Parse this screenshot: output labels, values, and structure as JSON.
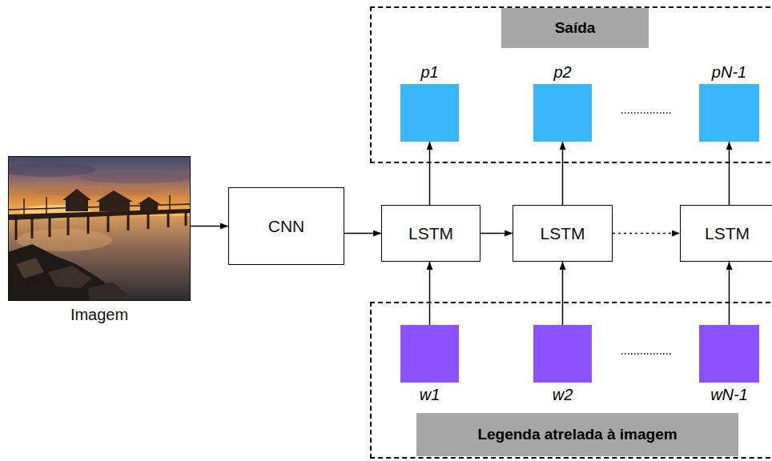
{
  "diagram": {
    "nodes": [
      {
        "text": [
          "Saída"
        ]
      },
      {
        "text": [
          "p1"
        ],
        "in": 0
      },
      {
        "text": [
          "p2"
        ],
        "in": 0
      },
      {
        "text": [
          "pN-1"
        ],
        "in": 0
      },
      {
        "text": [
          "Imagem"
        ]
      },
      {
        "text": [
          "CNN"
        ]
      },
      {
        "text": [
          "LSTM"
        ]
      },
      {
        "text": [
          "LSTM"
        ]
      },
      {
        "text": [
          "LSTM"
        ]
      },
      {
        "text": [
          "Legenda atrelada à imagem"
        ]
      },
      {
        "text": [
          "w1"
        ],
        "in": 9
      },
      {
        "text": [
          "w2"
        ],
        "in": 9
      },
      {
        "text": [
          "wN-1"
        ],
        "in": 9
      }
    ],
    "edges": [
      {
        "from": 4,
        "to": 5,
        "arrow": "to"
      },
      {
        "from": 5,
        "to": 6,
        "arrow": "to"
      },
      {
        "from": 6,
        "to": 7,
        "arrow": "to"
      },
      {
        "from": 7,
        "to": 8,
        "arrow": "to"
      },
      {
        "from": 6,
        "to": 1,
        "arrow": "to"
      },
      {
        "from": 7,
        "to": 2,
        "arrow": "to"
      },
      {
        "from": 8,
        "to": 3,
        "arrow": "to"
      },
      {
        "from": 10,
        "to": 6,
        "arrow": "to"
      },
      {
        "from": 11,
        "to": 7,
        "arrow": "to"
      },
      {
        "from": 12,
        "to": 8,
        "arrow": "to"
      }
    ]
  }
}
